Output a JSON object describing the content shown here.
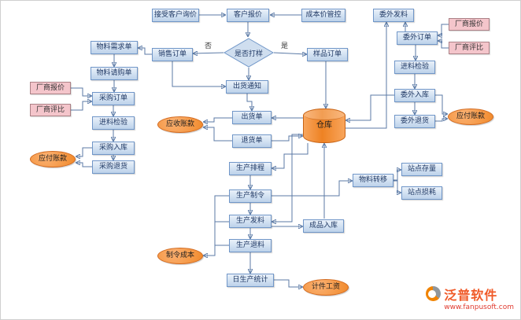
{
  "decision": {
    "no_label": "否",
    "yes_label": "是"
  },
  "nodes": {
    "accept_inquiry": "接受客户询价",
    "customer_quote": "客户报价",
    "cost_control": "成本价管控",
    "outsource_issue": "委外发料",
    "vendor_quote_right": "厂商报价",
    "outsource_order": "委外订单",
    "vendor_compare_right": "厂商评比",
    "material_demand": "物料需求单",
    "sales_order": "销售订单",
    "sample_decision": "是否打样",
    "sample_order": "样品订单",
    "incoming_inspect_right": "进料检验",
    "material_request": "物料请购单",
    "ship_notice": "出货通知",
    "vendor_quote_left": "厂商报价",
    "purchase_order": "采购订单",
    "outsource_in": "委外入库",
    "vendor_compare_left": "厂商评比",
    "receivable": "应收账款",
    "ship_doc": "出货单",
    "warehouse": "仓库",
    "outsource_return": "委外退货",
    "payable_right": "应付账款",
    "incoming_inspect_left": "进料检验",
    "return_doc": "退货单",
    "purchase_in": "采购入库",
    "purchase_return": "采购退货",
    "payable_left": "应付账款",
    "production_schedule": "生产排程",
    "material_transfer": "物料转移",
    "station_stock": "站点存量",
    "station_loss": "站点损耗",
    "production_order": "生产制令",
    "production_issue": "生产发料",
    "finished_in": "成品入库",
    "production_return": "生产退料",
    "order_cost": "制令成本",
    "daily_stats": "日生产统计",
    "piece_wage": "计件工资"
  },
  "logo": {
    "name": "泛普软件",
    "url": "www.fanpusoft.com"
  },
  "colors": {
    "process": "#bcd2ea",
    "process_border": "#7096c8",
    "external": "#f4c5cb",
    "terminal": "#f18a2b",
    "line": "#5b7aa6"
  }
}
